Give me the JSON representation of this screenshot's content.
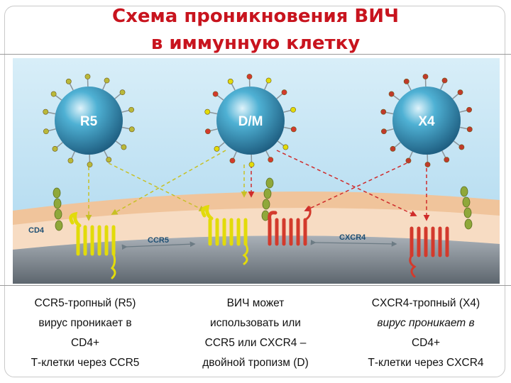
{
  "title": {
    "line1": "Схема проникновения ВИЧ",
    "line2": "в иммунную клетку"
  },
  "diagram": {
    "viruses": [
      {
        "label": "R5",
        "tropism": "ccr5",
        "spike_color": "#b9b83a"
      },
      {
        "label": "D/M",
        "tropism": "dual",
        "spike_color": "#c03a2a"
      },
      {
        "label": "X4",
        "tropism": "cxcr4",
        "spike_color": "#c03a2a"
      }
    ],
    "receptors": {
      "cd4_label": "CD4",
      "ccr5_label": "CCR5",
      "cxcr4_label": "CXCR4"
    },
    "colors": {
      "sky": "#a9d6ee",
      "membrane": "#f4cfac",
      "cytoplasm": "#7f8a94",
      "virus": "#1f88b0",
      "ccr5": "#e2db0a",
      "cxcr4": "#d33a2c",
      "cd4": "#8fa83a",
      "yellow_arrow": "#c7c025",
      "red_arrow": "#cf2b2b"
    }
  },
  "captions": {
    "left": [
      "CCR5-тропный (R5)",
      "вирус проникает в",
      "CD4+",
      "Т-клетки через CCR5"
    ],
    "middle": [
      "ВИЧ может",
      "использовать или",
      "CCR5 или CXCR4 –",
      "двойной тропизм (D)"
    ],
    "right": [
      "CXCR4-тропный (X4)",
      "вирус проникает в",
      "CD4+",
      "Т-клетки через CXCR4"
    ]
  }
}
